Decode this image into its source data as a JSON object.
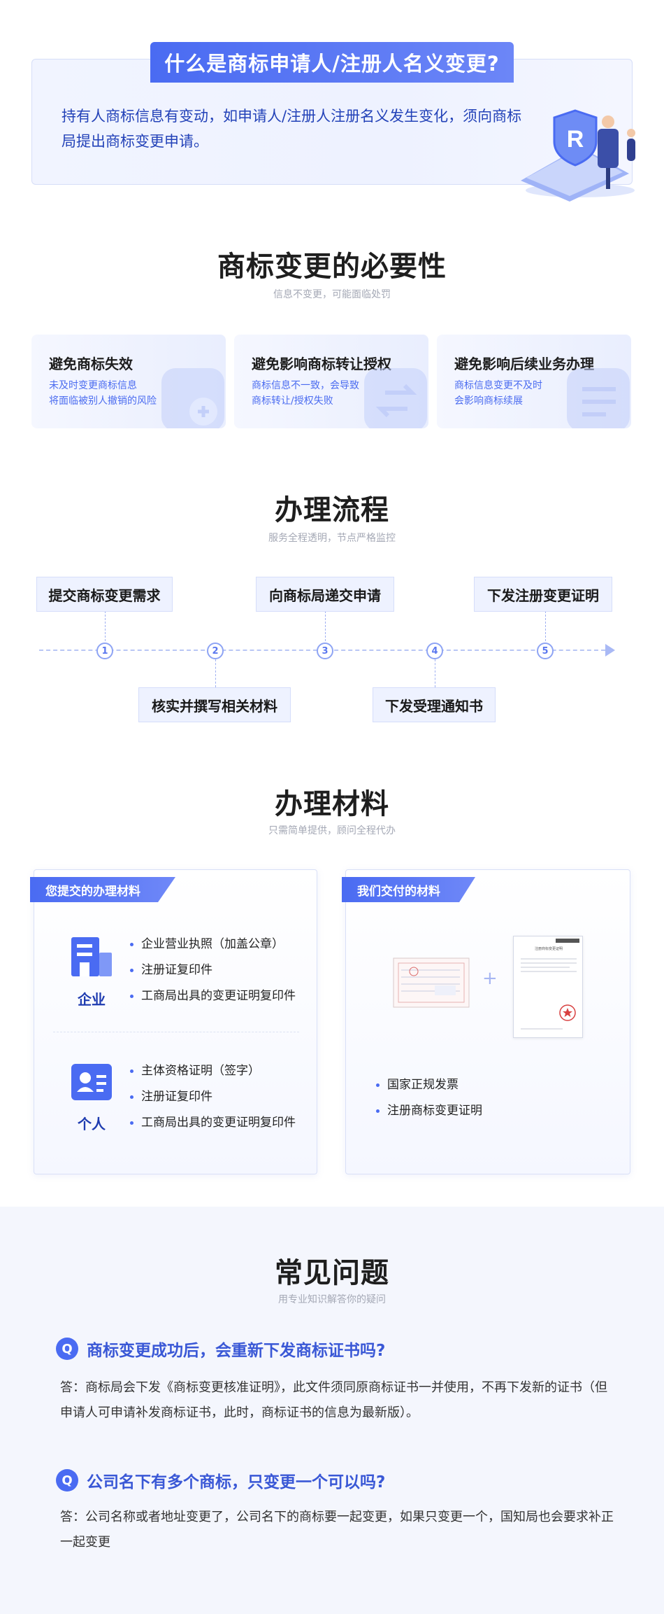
{
  "intro": {
    "title": "什么是商标申请人/注册人名义变更?",
    "text": "持有人商标信息有变动，如申请人/注册人注册名义发生变化，须向商标局提出商标变更申请。"
  },
  "necessity": {
    "title": "商标变更的必要性",
    "subtitle": "信息不变更，可能面临处罚",
    "cards": [
      {
        "title": "避免商标失效",
        "line1": "未及时变更商标信息",
        "line2": "将面临被别人撤销的风险"
      },
      {
        "title": "避免影响商标转让授权",
        "line1": "商标信息不一致，会导致",
        "line2": "商标转让/授权失败"
      },
      {
        "title": "避免影响后续业务办理",
        "line1": "商标信息变更不及时",
        "line2": "会影响商标续展"
      }
    ]
  },
  "process": {
    "title": "办理流程",
    "subtitle": "服务全程透明，节点严格监控",
    "steps": [
      {
        "num": "1",
        "label": "提交商标变更需求"
      },
      {
        "num": "2",
        "label": "核实并撰写相关材料"
      },
      {
        "num": "3",
        "label": "向商标局递交申请"
      },
      {
        "num": "4",
        "label": "下发受理通知书"
      },
      {
        "num": "5",
        "label": "下发注册变更证明"
      }
    ]
  },
  "materials": {
    "title": "办理材料",
    "subtitle": "只需简单提供，顾问全程代办",
    "submit": {
      "tab": "您提交的办理材料",
      "company_label": "企业",
      "company_items": [
        "企业营业执照（加盖公章）",
        "注册证复印件",
        "工商局出具的变更证明复印件"
      ],
      "person_label": "个人",
      "person_items": [
        "主体资格证明（签字）",
        "注册证复印件",
        "工商局出具的变更证明复印件"
      ]
    },
    "deliver": {
      "tab": "我们交付的材料",
      "plus": "+",
      "doc_title": "注册商标变更证明",
      "items": [
        "国家正规发票",
        "注册商标变更证明"
      ]
    }
  },
  "faq": {
    "title": "常见问题",
    "subtitle": "用专业知识解答你的疑问",
    "badge": "Q",
    "items": [
      {
        "q": "商标变更成功后，会重新下发商标证书吗?",
        "a": "答：商标局会下发《商标变更核准证明》，此文件须同原商标证书一并使用，不再下发新的证书（但申请人可申请补发商标证书，此时，商标证书的信息为最新版）。"
      },
      {
        "q": "公司名下有多个商标，只变更一个可以吗?",
        "a": "答：公司名称或者地址变更了，公司名下的商标要一起变更，如果只变更一个，国知局也会要求补正一起变更"
      }
    ]
  },
  "colors": {
    "accent": "#4a6bf2",
    "accent_text": "#2342b8",
    "faq_bg": "#f4f6fd"
  }
}
